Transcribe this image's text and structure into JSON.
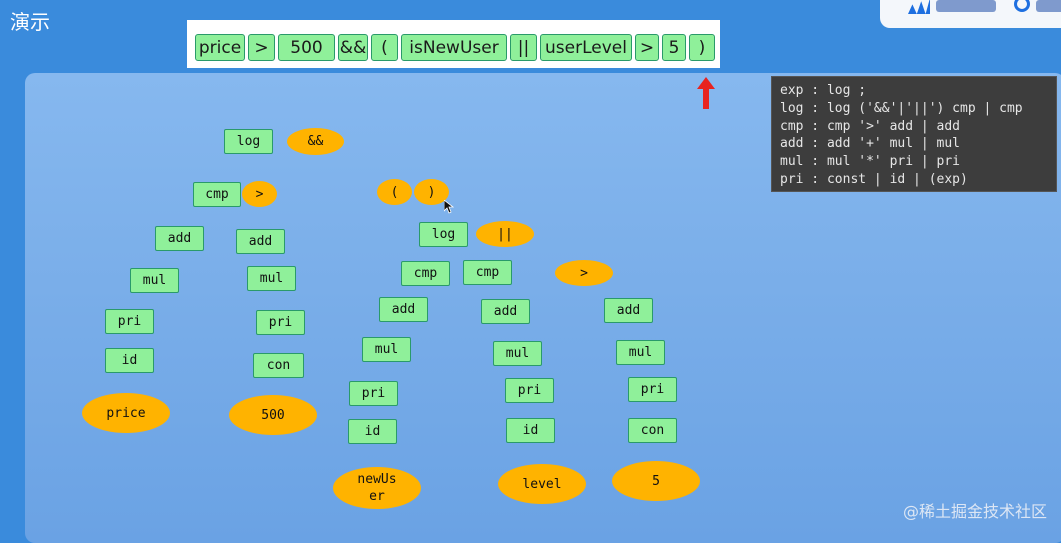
{
  "title": "演示",
  "tokens": [
    "price",
    ">",
    "500",
    "&&",
    "(",
    "isNewUser",
    "||",
    "userLevel",
    ">",
    "5",
    ")"
  ],
  "grammar": [
    "exp : log ;",
    "log : log ('&&'|'||') cmp | cmp",
    "cmp : cmp '>' add | add",
    "add : add '+' mul | mul",
    "mul : mul '*' pri | pri",
    "pri : const | id | (exp)"
  ],
  "tree": {
    "log1": "log",
    "and_op": "&&",
    "cmp1": "cmp",
    "gt1": ">",
    "add1": "add",
    "add2": "add",
    "mul1": "mul",
    "mul2": "mul",
    "pri1": "pri",
    "pri2": "pri",
    "id1": "id",
    "con1": "con",
    "price": "price",
    "num500": "500",
    "lparen": "(",
    "rparen": ")",
    "log2": "log",
    "or_op": "||",
    "cmp2": "cmp",
    "cmp3": "cmp",
    "gt2": ">",
    "add3": "add",
    "add4": "add",
    "add5": "add",
    "mul3": "mul",
    "mul4": "mul",
    "mul5": "mul",
    "pri3": "pri",
    "pri4": "pri",
    "pri5": "pri",
    "id2": "id",
    "id3": "id",
    "con2": "con",
    "newuser": "newUs\ner",
    "level": "level",
    "num5": "5"
  },
  "watermark": "@稀土掘金技术社区",
  "colors": {
    "node_fill": "#8ff09a",
    "oval_fill": "#ffb300",
    "arrow": "#e8231f",
    "background": "#3a8bdc"
  }
}
